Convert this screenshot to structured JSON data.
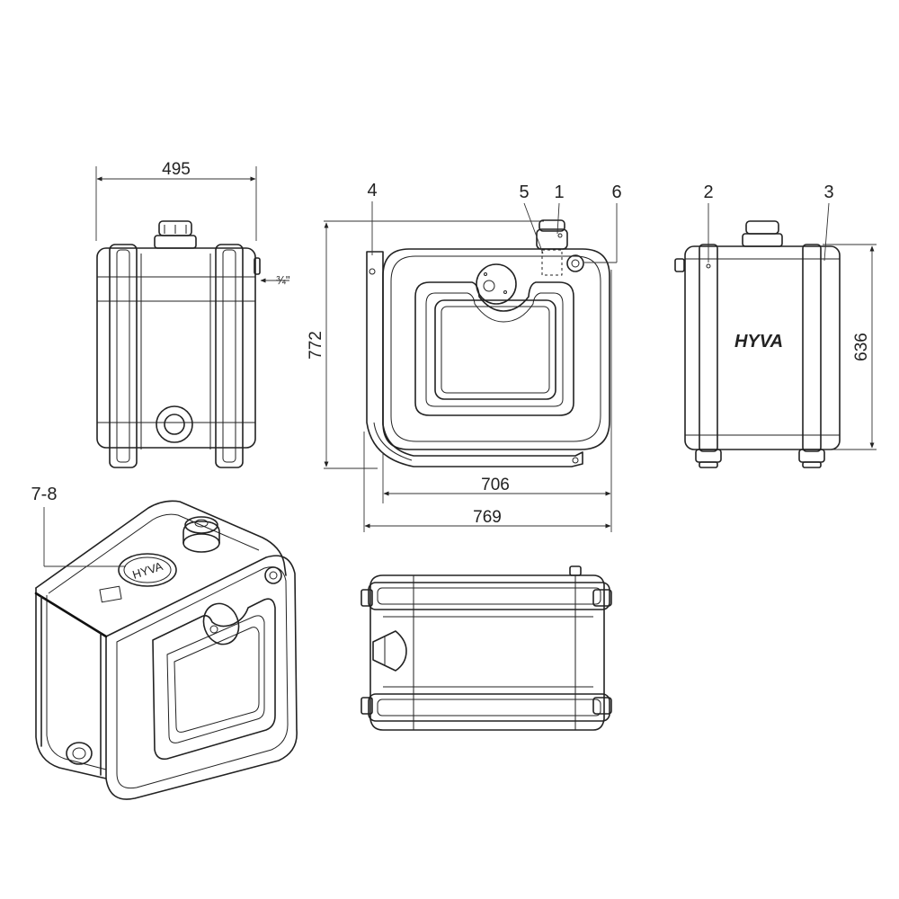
{
  "dimensions": {
    "width_side": "495",
    "height_front": "772",
    "width_front_inner": "706",
    "width_front_outer": "769",
    "height_right": "636",
    "port_size": "¾\""
  },
  "callouts": {
    "c1": "1",
    "c2": "2",
    "c3": "3",
    "c4": "4",
    "c5": "5",
    "c6": "6",
    "c78": "7-8"
  },
  "brand": {
    "logo": "HYVA"
  },
  "colors": {
    "line": "#222222",
    "background": "#ffffff"
  }
}
